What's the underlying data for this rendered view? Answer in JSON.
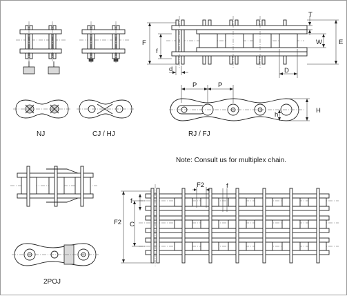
{
  "figure": {
    "note": "Note: Consult us for multiplex chain.",
    "captions": {
      "nj": "NJ",
      "cjhj": "CJ / HJ",
      "rjfj": "RJ / FJ",
      "twopoj": "2POJ"
    },
    "dimensions": {
      "T": "T",
      "F_top": "F",
      "f_top": "f",
      "W": "W",
      "E": "E",
      "d": "d",
      "D": "D",
      "P1": "P",
      "P2": "P",
      "H": "H",
      "h": "h",
      "F2_top": "F2",
      "f_mid": "f",
      "f_left": "f",
      "C": "C",
      "F2_left": "F2"
    }
  }
}
